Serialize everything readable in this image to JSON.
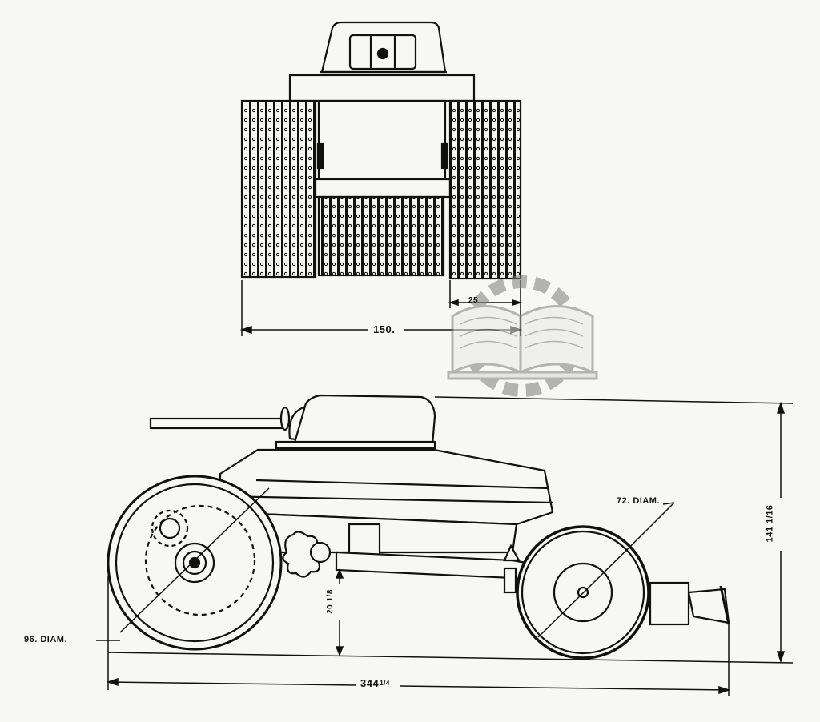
{
  "drawing": {
    "front_view": {
      "track_width_label": "150.",
      "track_shoe_label": "25"
    },
    "side_view": {
      "rear_wheel_label": "96. DIAM.",
      "front_wheel_label": "72. DIAM.",
      "overall_length_label": "344",
      "overall_length_fraction": "1/4",
      "overall_height_label": "141 1/16",
      "ground_clearance_label": "20 1/8"
    }
  },
  "colors": {
    "ink": "#111111",
    "paper": "#f7f7f5",
    "watermark": "#8a8a8a"
  },
  "watermark": {
    "icon": "gear-open-book-icon"
  }
}
